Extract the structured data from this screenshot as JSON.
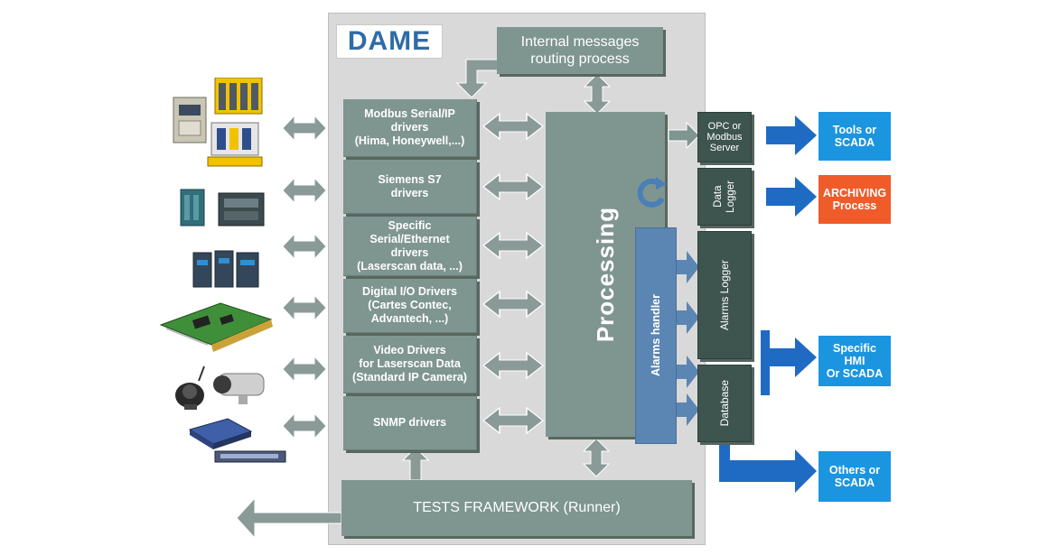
{
  "logo": "DAME",
  "routing": "Internal messages\nrouting process",
  "drivers": [
    {
      "name": "modbus-drivers",
      "label": "Modbus Serial/IP\ndrivers\n(Hima, Honeywell,...)"
    },
    {
      "name": "siemens-drivers",
      "label": "Siemens S7\ndrivers"
    },
    {
      "name": "specific-drivers",
      "label": "Specific\nSerial/Ethernet\ndrivers\n(Laserscan data, ...)"
    },
    {
      "name": "digital-io-drivers",
      "label": "Digital I/O Drivers\n(Cartes Contec,\nAdvantech, ...)"
    },
    {
      "name": "video-drivers",
      "label": "Video Drivers\nfor Laserscan Data\n(Standard IP Camera)"
    },
    {
      "name": "snmp-drivers",
      "label": "SNMP drivers"
    }
  ],
  "processing": "Processing",
  "alarms_handler": "Alarms handler",
  "opc_server": "OPC or\nModbus\nServer",
  "data_logger": "Data\nLogger",
  "alarms_logger": "Alarms Logger",
  "database": "Database",
  "tests_framework": "TESTS FRAMEWORK (Runner)",
  "outputs": {
    "tools": "Tools or\nSCADA",
    "archiving": "ARCHIVING\nProcess",
    "hmi": "Specific\nHMI\nOr SCADA",
    "others": "Others or\nSCADA"
  },
  "colors": {
    "panel": "#d9d9d9",
    "driver_box": "#7f9590",
    "dark_box": "#3e554f",
    "alarms_handler": "#5b85b3",
    "output_blue": "#1b95e0",
    "archiving_orange": "#f05b2a",
    "arrow_blue": "#1f6bc4"
  },
  "icons": [
    "plc-devices-icon",
    "siemens-modules-icon",
    "ethernet-modules-icon",
    "io-card-icon",
    "ip-camera-icon",
    "network-switch-icon",
    "refresh-icon"
  ]
}
